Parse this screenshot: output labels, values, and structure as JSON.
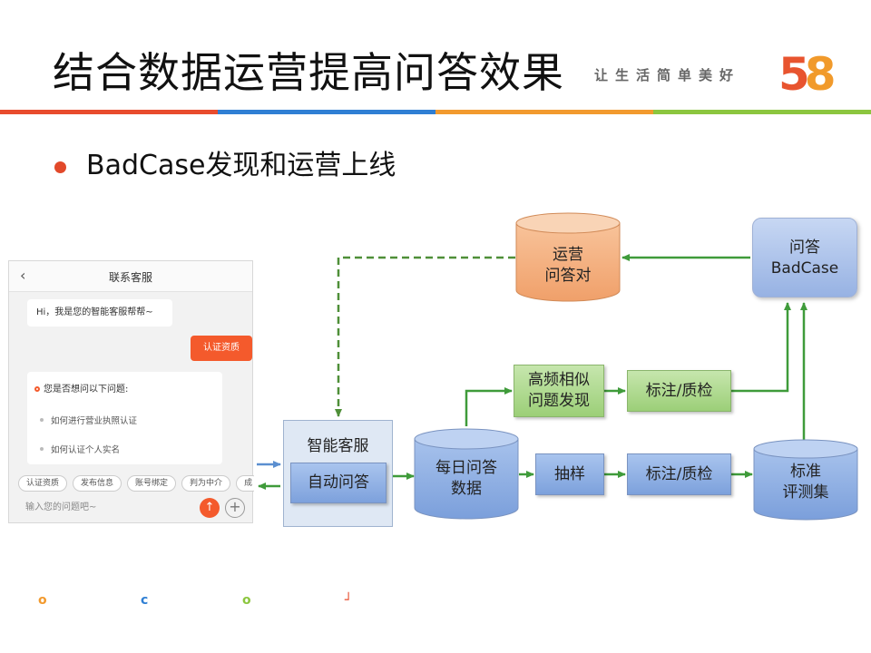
{
  "title": "结合数据运营提高问答效果",
  "slogan": "让生活简单美好",
  "logo": {
    "digit1": "5",
    "digit2": "8"
  },
  "bullet": "BadCase发现和运营上线",
  "colors": {
    "accent_red": "#e2492a",
    "stripe": [
      "#e84c2d",
      "#2f7fd4",
      "#f29a2e",
      "#8cc63f"
    ],
    "flow_green": "#3f9b3a",
    "dashed_green": "#4f8f38"
  },
  "phone": {
    "back_icon": "chevron-left-icon",
    "title": "联系客服",
    "greeting": "Hi，我是您的智能客服帮帮~",
    "user_message": "认证资质",
    "question_header": "您是否想问以下问题:",
    "suggestions": [
      "如何进行营业执照认证",
      "如何认证个人实名"
    ],
    "chips": [
      "认证资质",
      "发布信息",
      "账号绑定",
      "判为中介",
      "成"
    ],
    "input_placeholder": "输入您的问题吧~",
    "send_icon": "arrow-up-icon",
    "plus_icon": "plus-icon"
  },
  "diagram": {
    "smart_service": "智能客服",
    "auto_qa": "自动问答",
    "daily_qa_data": "每日问答\n数据",
    "sampling": "抽样",
    "label_qc_1": "标注/质检",
    "label_qc_2": "标注/质检",
    "similar_discovery": "高频相似\n问题发现",
    "standard_eval_set": "标准\n评测集",
    "qa_badcase": "问答\nBadCase",
    "ops_qa_pairs": "运营\n问答对"
  },
  "footer_marks": [
    "o",
    "c",
    "o",
    "┘"
  ]
}
